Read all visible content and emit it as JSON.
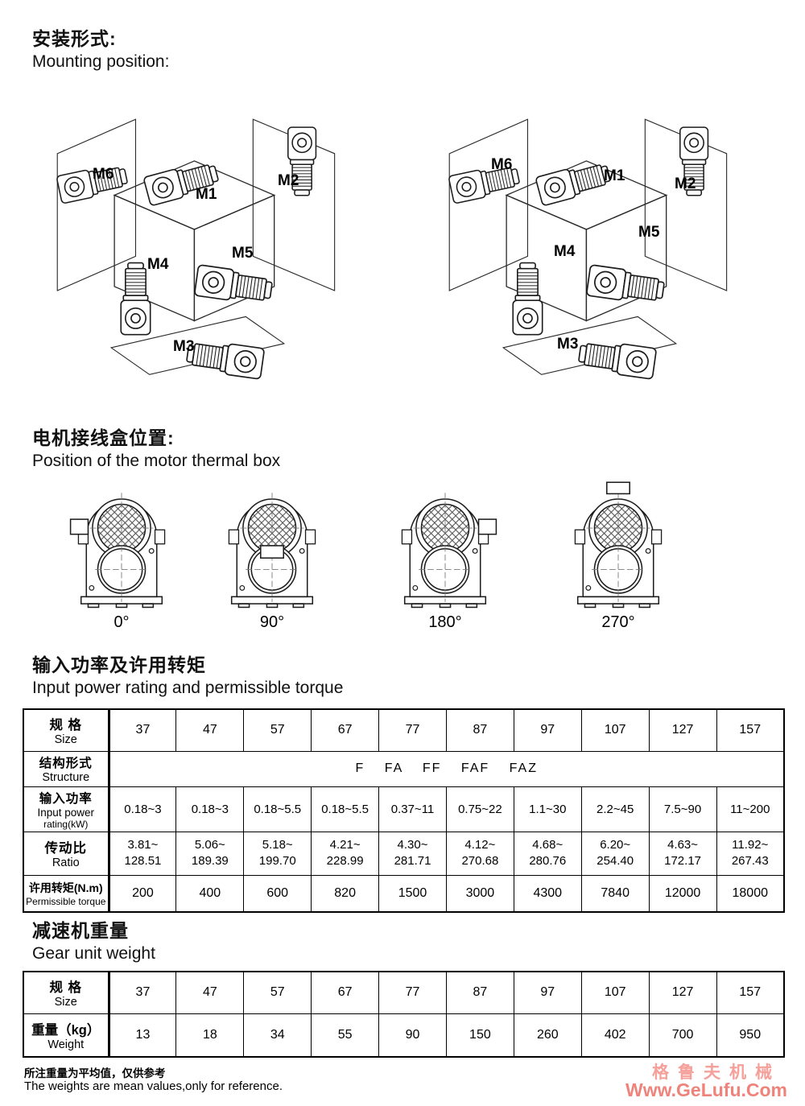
{
  "sections": {
    "mounting": {
      "zh": "安装形式:",
      "en": "Mounting position:"
    },
    "thermal": {
      "zh": "电机接线盒位置:",
      "en": "Position of the motor thermal box"
    },
    "power": {
      "zh": "输入功率及许用转矩",
      "en": "Input power rating and permissible torque"
    },
    "weight": {
      "zh": "减速机重量",
      "en": "Gear unit weight"
    }
  },
  "mounting_labels": [
    "M1",
    "M2",
    "M3",
    "M4",
    "M5",
    "M6"
  ],
  "thermal_angles": [
    "0°",
    "90°",
    "180°",
    "270°"
  ],
  "power_table": {
    "row_labels": {
      "size": {
        "zh": "规 格",
        "en": "Size"
      },
      "structure": {
        "zh": "结构形式",
        "en": "Structure"
      },
      "input_power": {
        "zh": "输入功率",
        "en": "Input power",
        "en2": "rating(kW)"
      },
      "ratio": {
        "zh": "传动比",
        "en": "Ratio"
      },
      "torque": {
        "zh": "许用转矩(N.m)",
        "en": "Permissible torque"
      }
    },
    "sizes": [
      "37",
      "47",
      "57",
      "67",
      "77",
      "87",
      "97",
      "107",
      "127",
      "157"
    ],
    "structure_value": "F FA FF FAF FAZ",
    "input_power": [
      "0.18~3",
      "0.18~3",
      "0.18~5.5",
      "0.18~5.5",
      "0.37~11",
      "0.75~22",
      "1.1~30",
      "2.2~45",
      "7.5~90",
      "11~200"
    ],
    "ratio": [
      "3.81~\n128.51",
      "5.06~\n189.39",
      "5.18~\n199.70",
      "4.21~\n228.99",
      "4.30~\n281.71",
      "4.12~\n270.68",
      "4.68~\n280.76",
      "6.20~\n254.40",
      "4.63~\n172.17",
      "11.92~\n267.43"
    ],
    "torque": [
      "200",
      "400",
      "600",
      "820",
      "1500",
      "3000",
      "4300",
      "7840",
      "12000",
      "18000"
    ]
  },
  "weight_table": {
    "row_labels": {
      "size": {
        "zh": "规 格",
        "en": "Size"
      },
      "weight": {
        "zh": "重量（kg）",
        "en": "Weight"
      }
    },
    "sizes": [
      "37",
      "47",
      "57",
      "67",
      "77",
      "87",
      "97",
      "107",
      "127",
      "157"
    ],
    "weights": [
      "13",
      "18",
      "34",
      "55",
      "90",
      "150",
      "260",
      "402",
      "700",
      "950"
    ]
  },
  "footnote": {
    "zh": "所注重量为平均值，仅供参考",
    "en": "The weights are mean values,only for reference."
  },
  "watermark": {
    "zh": "格鲁夫机械",
    "en": "Www.GeLufu.Com",
    "color": "#ef837c"
  }
}
